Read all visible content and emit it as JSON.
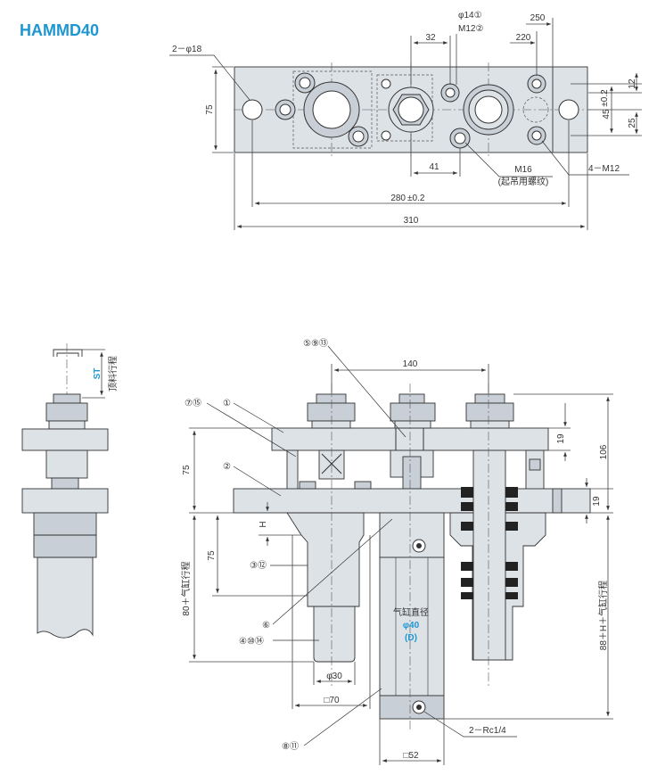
{
  "model": "HAMMD40",
  "top_view": {
    "dims": {
      "width_total": "310",
      "hole_pitch": "280",
      "hole_pitch_tol": "±0.2",
      "height": "75",
      "d32": "32",
      "d41": "41",
      "d220": "220",
      "d250": "250",
      "d12": "12",
      "d45": "45",
      "d45_tol": "±0.2",
      "d25": "25"
    },
    "labels": {
      "holes": "2－φ18",
      "port_a": "φ14①",
      "port_b": "M12②",
      "lift_thread": "M16",
      "lift_thread_note": "(起吊用螺纹)",
      "mount_holes": "4－M12"
    }
  },
  "side_view": {
    "st_label": "ST",
    "st_note": "顶料行程"
  },
  "front_view": {
    "dims": {
      "d140": "140",
      "d19_top": "19",
      "d106": "106",
      "d19_bot": "19",
      "d75_a": "75",
      "d75_b": "75",
      "h": "H",
      "stroke_left": "80＋气缸行程",
      "stroke_right": "88＋H＋气缸行程",
      "phi30": "φ30",
      "sq70": "□70",
      "sq52": "□52",
      "rc": "2－Rc1/4"
    },
    "callouts": {
      "c_top": "⑤⑨⑬",
      "c_715": "⑦⑮",
      "c_1": "①",
      "c_2": "②",
      "c_312": "③⑫",
      "c_6": "⑥",
      "c_41014": "④⑩⑭",
      "c_811": "⑧⑪"
    },
    "cylinder": {
      "label": "气缸直径",
      "bore": "φ40",
      "code": "(D)"
    }
  }
}
